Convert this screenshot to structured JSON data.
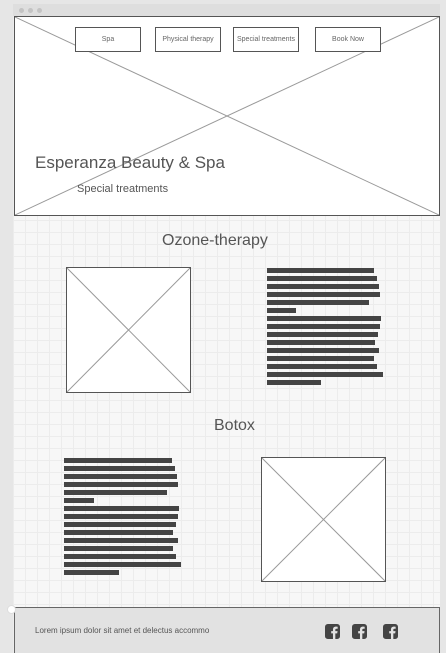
{
  "nav": {
    "items": [
      {
        "label": "Spa"
      },
      {
        "label": "Physical therapy"
      },
      {
        "label": "Special treatments"
      },
      {
        "label": "Book Now"
      }
    ]
  },
  "hero": {
    "title": "Esperanza Beauty & Spa",
    "subtitle": "Special treatments"
  },
  "sections": [
    {
      "title": "Ozone-therapy",
      "image_icon": "image-placeholder-icon"
    },
    {
      "title": "Botox",
      "image_icon": "image-placeholder-icon"
    }
  ],
  "footer": {
    "text": "Lorem ipsum dolor sit amet et delectus accommo",
    "social_icons": [
      "facebook-icon",
      "facebook-icon",
      "facebook-icon"
    ]
  },
  "colors": {
    "frame": "#555555",
    "text_lines": "#444444",
    "footer_bg": "#e2e2e2"
  }
}
